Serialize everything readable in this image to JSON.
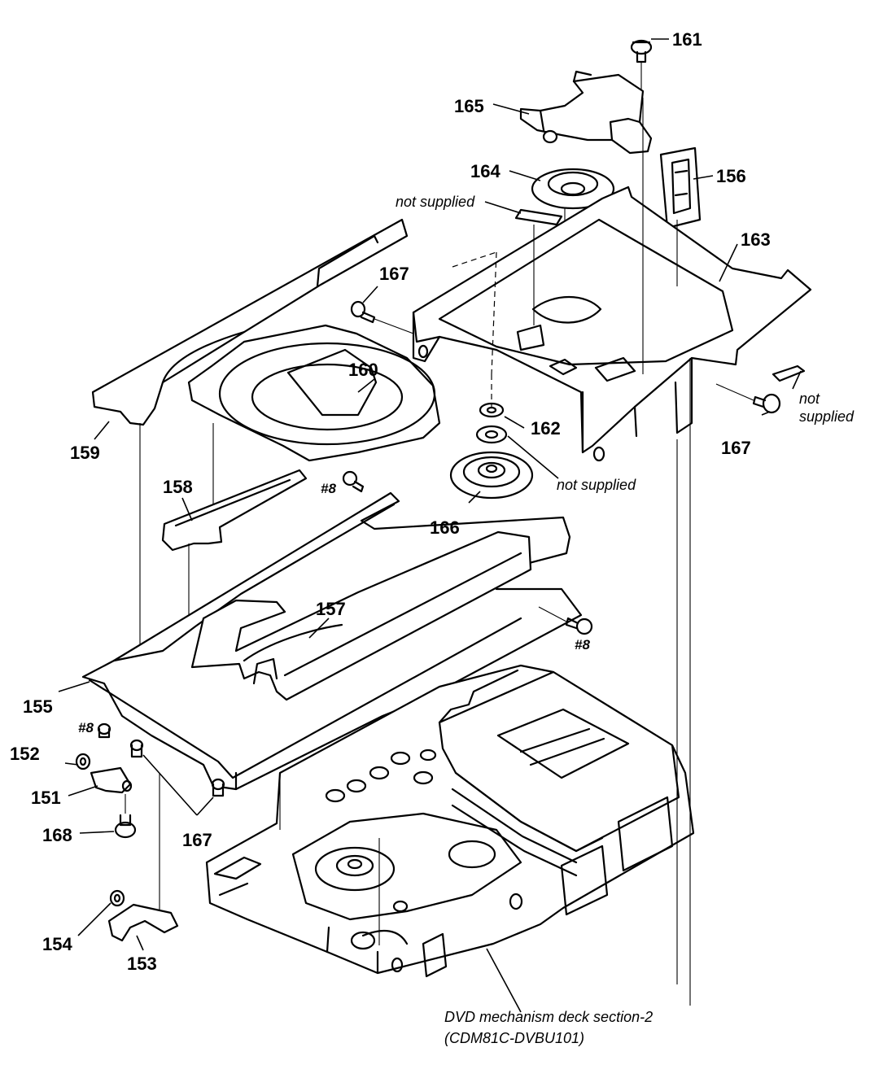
{
  "callouts": {
    "p151": "151",
    "p152": "152",
    "p153": "153",
    "p154": "154",
    "p155": "155",
    "p156": "156",
    "p157": "157",
    "p158": "158",
    "p159": "159",
    "p160": "160",
    "p161": "161",
    "p162": "162",
    "p163": "163",
    "p164": "164",
    "p165": "165",
    "p166": "166",
    "p167": "167",
    "p168": "168"
  },
  "screws": {
    "s8": "#8"
  },
  "notes": {
    "not_supplied": "not supplied",
    "not": "not",
    "supplied": "supplied"
  },
  "deck_caption": {
    "line1": "DVD mechanism deck section-2",
    "line2": "(CDM81C-DVBU101)"
  }
}
